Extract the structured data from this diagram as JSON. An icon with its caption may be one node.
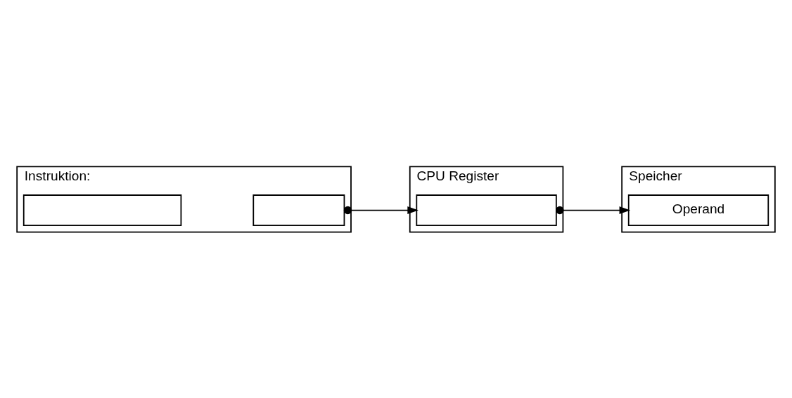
{
  "diagram": {
    "nodes": [
      {
        "text": [
          "Instruktion:"
        ]
      },
      {
        "text": [],
        "shape": "box",
        "in": 0
      },
      {
        "text": [],
        "shape": "box",
        "in": 0
      },
      {
        "text": [
          "CPU Register"
        ]
      },
      {
        "text": [],
        "shape": "box",
        "in": 3
      },
      {
        "text": [
          "Speicher"
        ]
      },
      {
        "text": [
          "Operand"
        ],
        "in": 5
      }
    ],
    "edges": [
      {
        "from": 2,
        "to": 4,
        "arrow": "to"
      },
      {
        "from": 4,
        "to": 6,
        "arrow": "to"
      }
    ]
  }
}
